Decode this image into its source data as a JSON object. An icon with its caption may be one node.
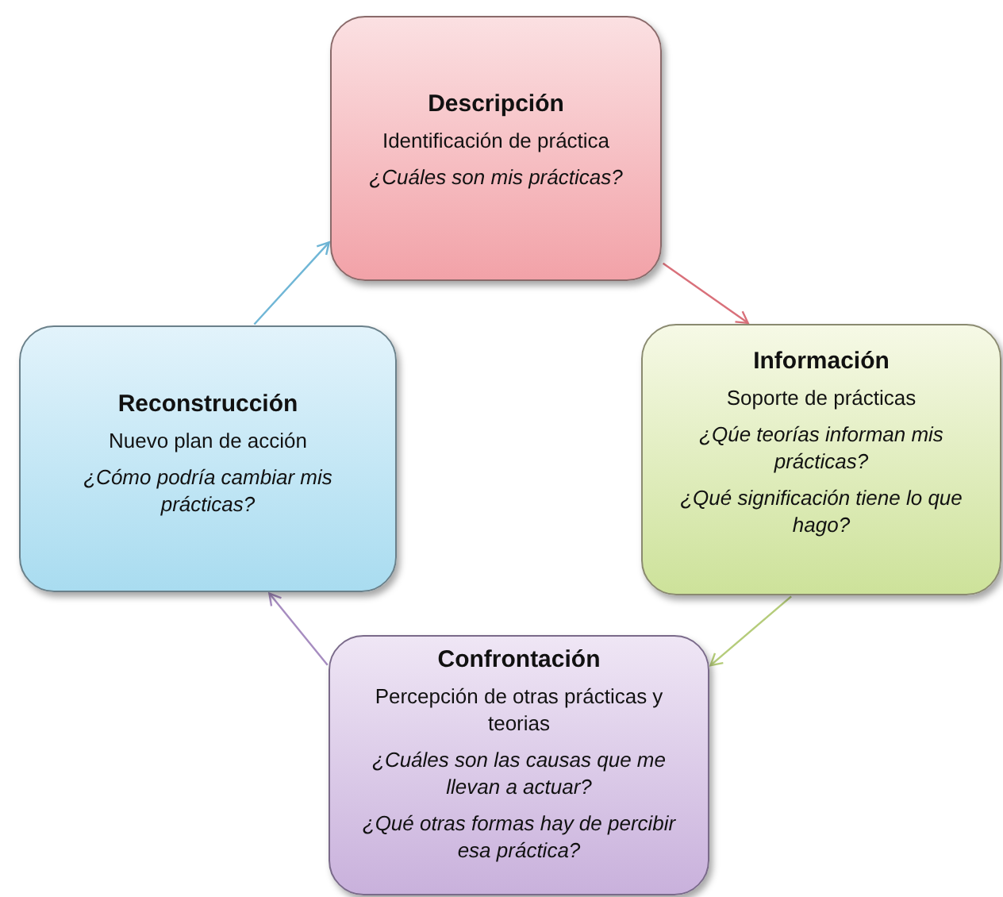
{
  "diagram": {
    "nodes": [
      {
        "text": [
          "Descripción",
          "Identificación de práctica",
          "¿Cuáles son mis prácticas?"
        ]
      },
      {
        "text": [
          "Información",
          "Soporte de prácticas",
          "¿Qúe teorías informan mis prácticas?",
          "¿Qué significación tiene lo que hago?"
        ]
      },
      {
        "text": [
          "Reconstrucción",
          "Nuevo plan de acción",
          "¿Cómo podría cambiar mis prácticas?"
        ]
      },
      {
        "text": [
          "Confrontación",
          "Percepción de otras prácticas y teorias",
          "¿Cuáles son las causas que me llevan a actuar?",
          "¿Qué otras formas hay de percibir esa práctica?"
        ]
      }
    ],
    "edges": [
      {
        "from": 0,
        "to": 1,
        "arrow": "to",
        "color": "#d9707a"
      },
      {
        "from": 1,
        "to": 3,
        "arrow": "to",
        "color": "#b5cc7a"
      },
      {
        "from": 3,
        "to": 2,
        "arrow": "to",
        "color": "#a68cc0"
      },
      {
        "from": 2,
        "to": 0,
        "arrow": "to",
        "color": "#6fb6d6"
      }
    ]
  }
}
